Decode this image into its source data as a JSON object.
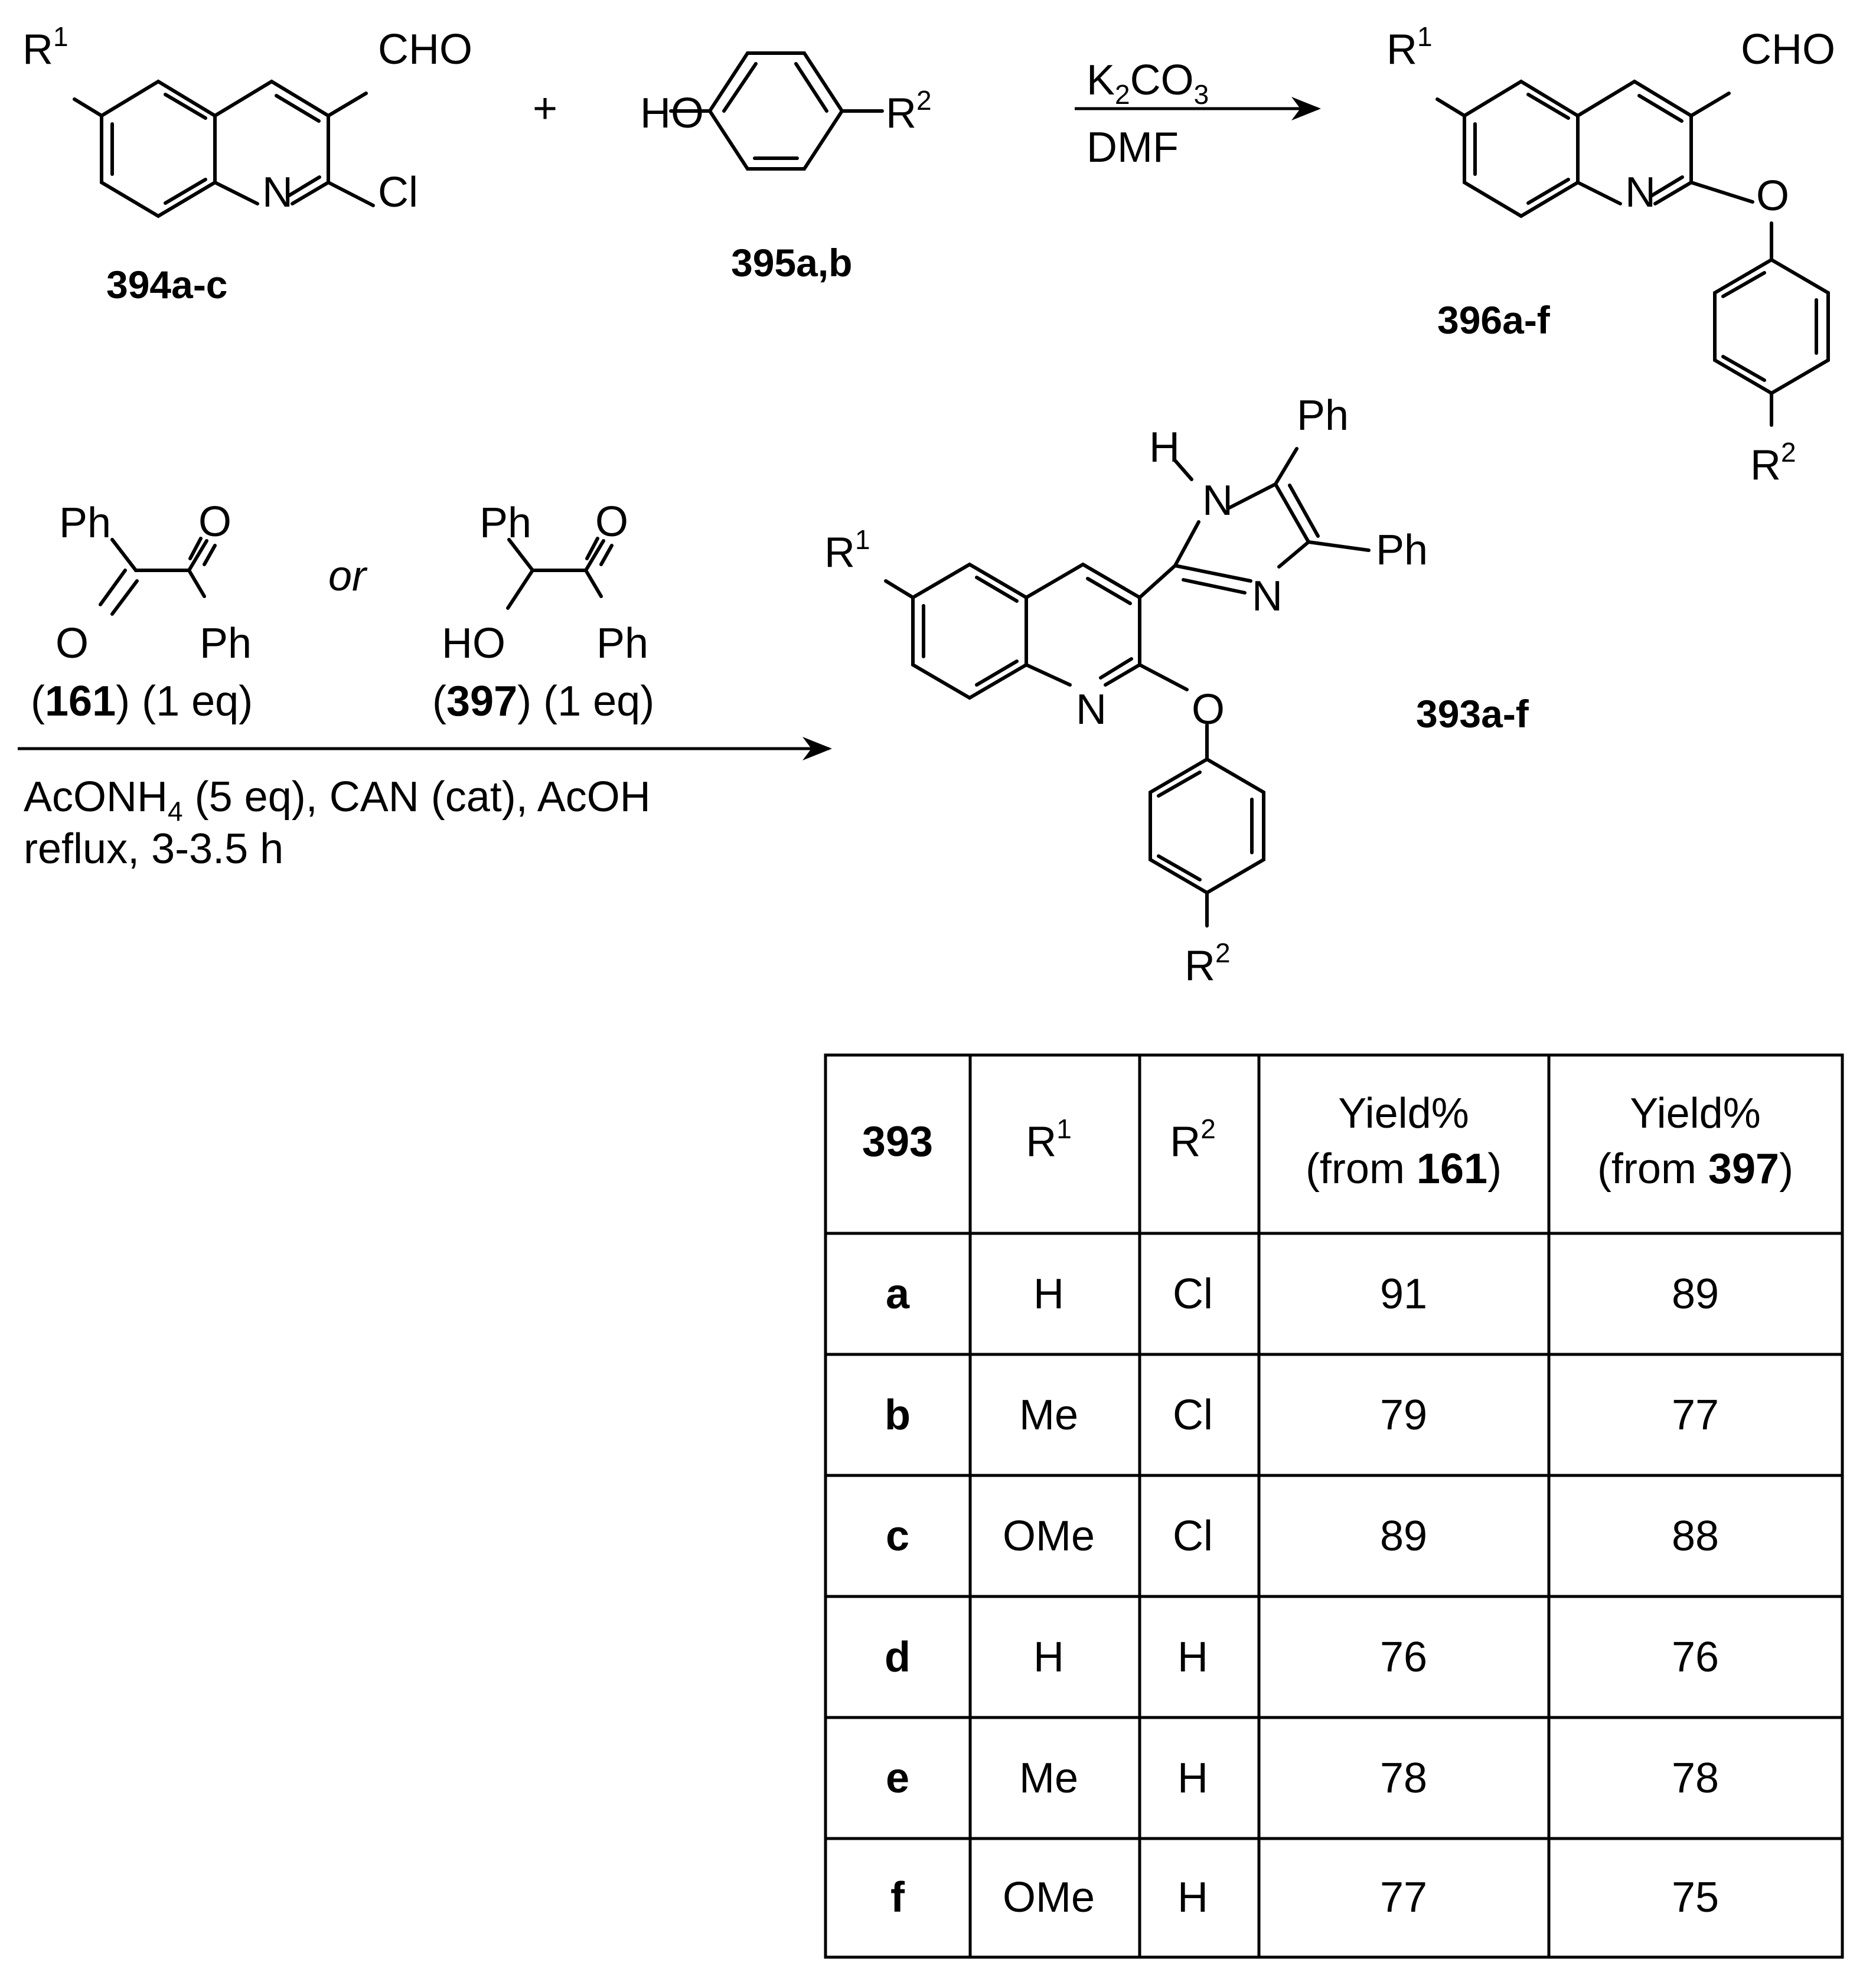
{
  "reaction_1": {
    "plus": "+",
    "reagent_top": "K",
    "reagent_top_sub1": "2",
    "reagent_top_mid": "CO",
    "reagent_top_sub2": "3",
    "reagent_bottom": "DMF"
  },
  "compounds": {
    "c394": "394a-c",
    "c395": "395a,b",
    "c396": "396a-f",
    "c393": "393a-f"
  },
  "atoms": {
    "R": "R",
    "sup1": "1",
    "sup2": "2",
    "CHO": "CHO",
    "N": "N",
    "Cl": "Cl",
    "HO": "HO",
    "O": "O",
    "Ph": "Ph",
    "H": "H"
  },
  "reaction_2": {
    "or": "or",
    "reagent_161": "161",
    "reagent_161_eq": "(1 eq)",
    "reagent_397": "397",
    "reagent_397_eq": "(1 eq)",
    "cond_line1_a": "AcONH",
    "cond_line1_sub": "4",
    "cond_line1_b": " (5 eq), CAN (cat), AcOH",
    "cond_line2": "reflux, 3-3.5 h"
  },
  "table": {
    "header": {
      "col1": "393",
      "col2_R": "R",
      "col2_sup": "1",
      "col3_R": "R",
      "col3_sup": "2",
      "col4_line1": "Yield%",
      "col4_from": "(from ",
      "col4_bold": "161",
      "col4_close": ")",
      "col5_line1": "Yield%",
      "col5_from": "(from ",
      "col5_bold": "397",
      "col5_close": ")"
    },
    "rows": [
      {
        "id": "a",
        "r1": "H",
        "r2": "Cl",
        "y161": "91",
        "y397": "89"
      },
      {
        "id": "b",
        "r1": "Me",
        "r2": "Cl",
        "y161": "79",
        "y397": "77"
      },
      {
        "id": "c",
        "r1": "OMe",
        "r2": "Cl",
        "y161": "89",
        "y397": "88"
      },
      {
        "id": "d",
        "r1": "H",
        "r2": "H",
        "y161": "76",
        "y397": "76"
      },
      {
        "id": "e",
        "r1": "Me",
        "r2": "H",
        "y161": "78",
        "y397": "78"
      },
      {
        "id": "f",
        "r1": "OMe",
        "r2": "H",
        "y161": "77",
        "y397": "75"
      }
    ]
  }
}
